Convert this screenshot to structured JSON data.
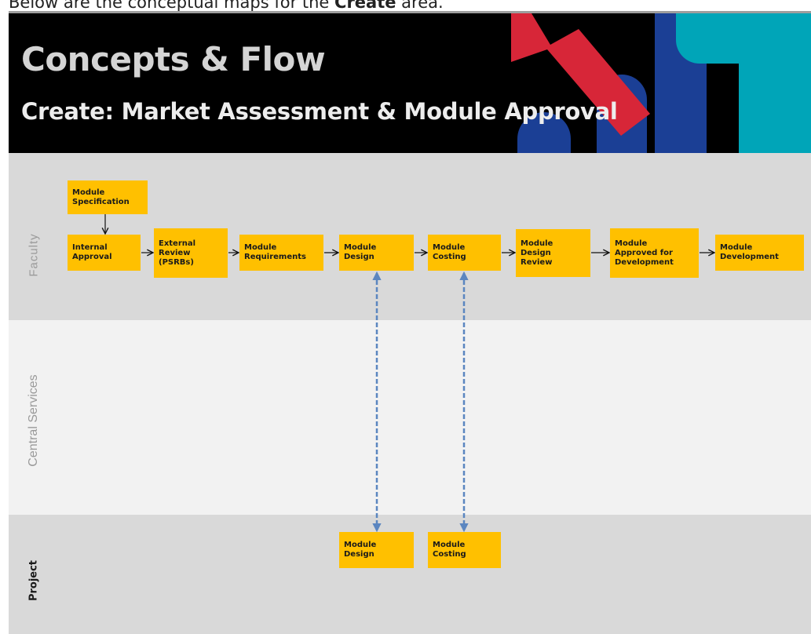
{
  "intro": {
    "before": "Below are the conceptual maps for the ",
    "emphasis": "Create",
    "after": " area."
  },
  "banner": {
    "title": "Concepts & Flow",
    "subtitle_prefix": "Create:",
    "subtitle_rest": " Market Assessment & Module Approval"
  },
  "lanes": {
    "faculty": "Faculty",
    "central": "Central Services",
    "project": "Project"
  },
  "boxes": {
    "module_specification": "Module\nSpecification",
    "internal_approval": "Internal\nApproval",
    "external_review": "External\nReview\n(PSRBs)",
    "module_requirements": "Module\nRequirements",
    "module_design": "Module\nDesign",
    "module_costing": "Module\nCosting",
    "module_design_review": "Module\nDesign\nReview",
    "module_approved": "Module\nApproved for\nDevelopment",
    "module_development": "Module\nDevelopment",
    "project_module_design": "Module\nDesign",
    "project_module_costing": "Module\nCosting"
  },
  "colors": {
    "box_fill": "#ffc000",
    "dashed_link": "#5b86c0",
    "banner_red": "#d72638",
    "banner_blue": "#1b3f95",
    "banner_teal": "#00a5b8"
  }
}
